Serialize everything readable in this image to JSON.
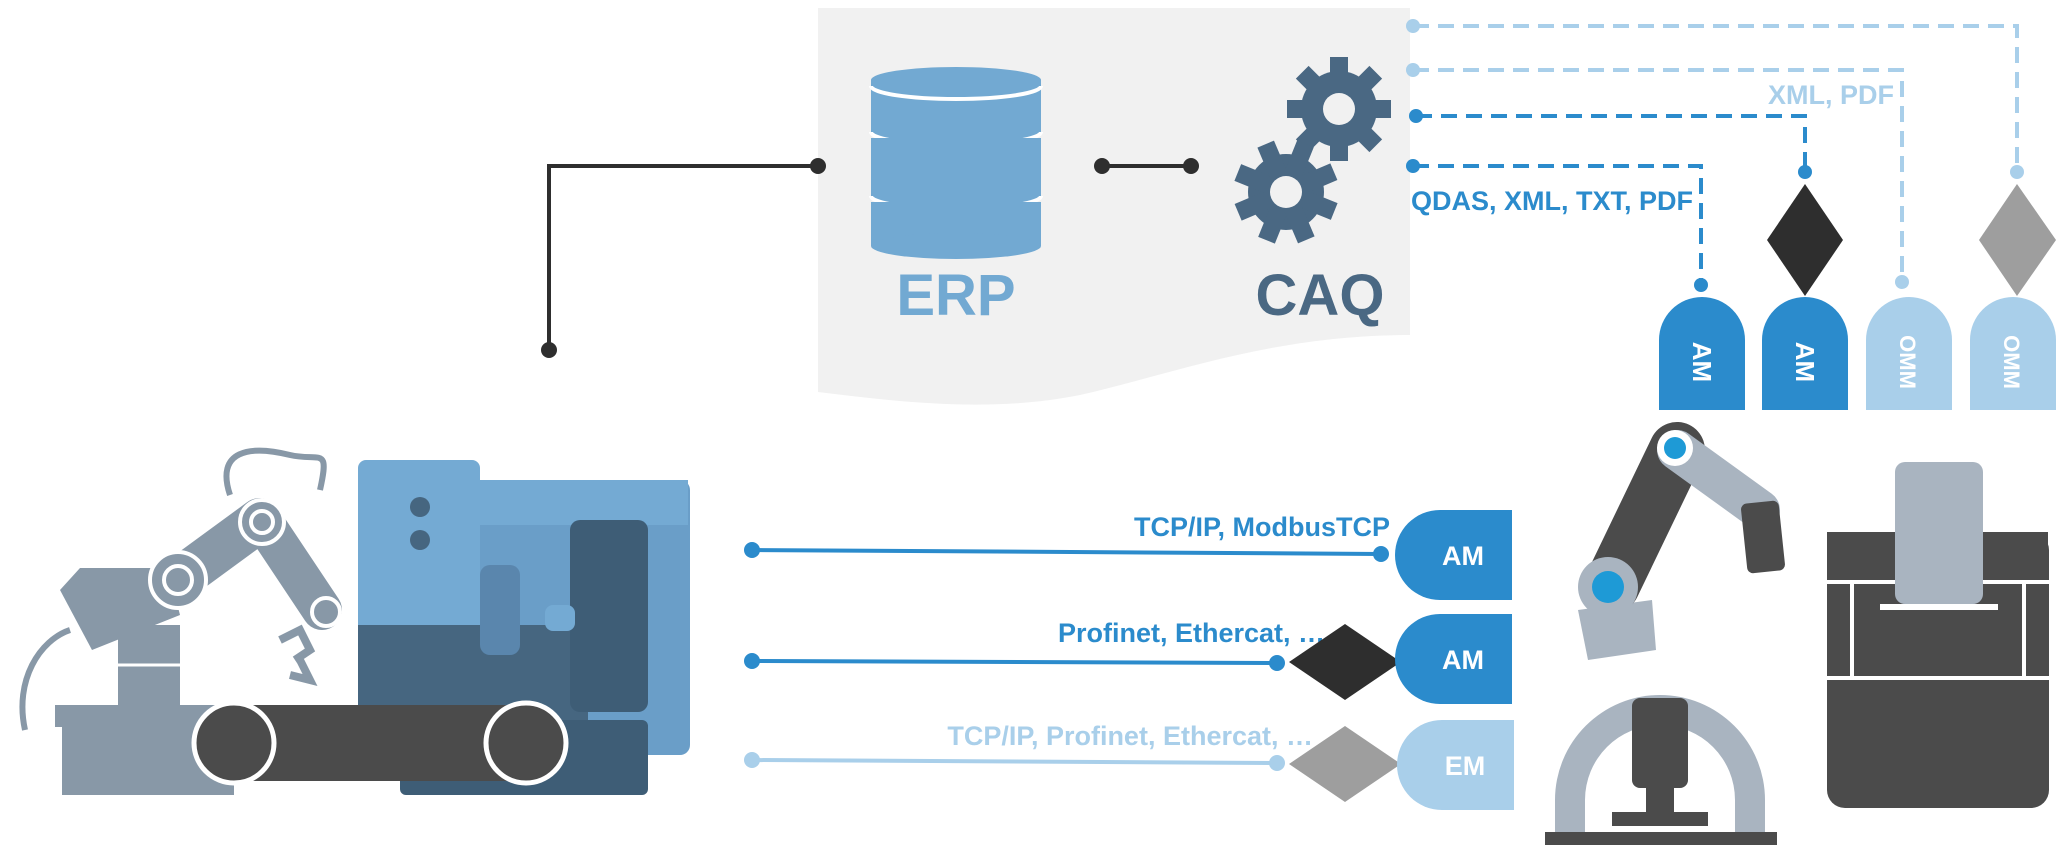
{
  "colors": {
    "blue": "#2b8bcc",
    "light_blue": "#a9cfea",
    "dark": "#2e2e2e",
    "grey_diamond": "#9e9e9e",
    "slate": "#4a6883",
    "erp_blue": "#72a9d2",
    "panel_bg": "#f1f1f1",
    "machine_light": "#74aad3",
    "machine_dark": "#466680",
    "robot_grey": "#8898a7",
    "conveyor": "#4b4b4b"
  },
  "top": {
    "erp_label": "ERP",
    "caq_label": "CAQ",
    "format_label_1": "XML, PDF",
    "format_label_2": "QDAS, XML, TXT, PDF"
  },
  "modules_top": [
    {
      "label": "AM",
      "tone": "blue"
    },
    {
      "label": "AM",
      "tone": "blue"
    },
    {
      "label": "OMM",
      "tone": "light"
    },
    {
      "label": "OMM",
      "tone": "light"
    }
  ],
  "connections": [
    {
      "protocol": "TCP/IP, ModbusTCP",
      "module": "AM",
      "tone": "blue"
    },
    {
      "protocol": "Profinet, Ethercat, …",
      "module": "AM",
      "tone": "blue"
    },
    {
      "protocol": "TCP/IP, Profinet, Ethercat, …",
      "module": "EM",
      "tone": "light"
    }
  ]
}
